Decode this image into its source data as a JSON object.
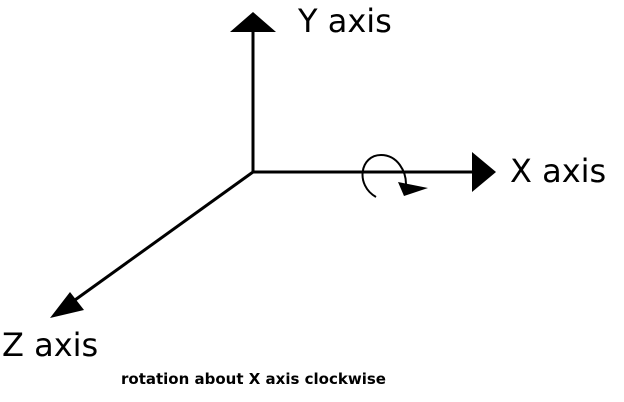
{
  "labels": {
    "y_axis": "Y axis",
    "x_axis": "X axis",
    "z_axis": "Z axis"
  },
  "caption": "rotation about X axis clockwise",
  "colors": {
    "stroke": "#000000",
    "background": "#ffffff"
  }
}
